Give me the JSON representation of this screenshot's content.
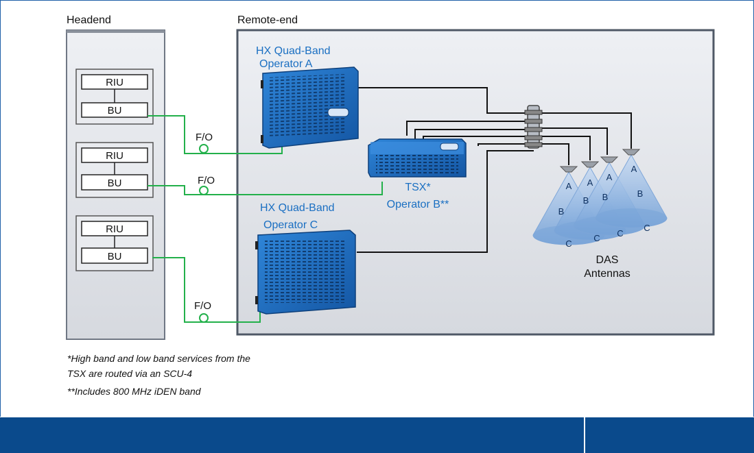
{
  "headend": {
    "title": "Headend",
    "units": [
      {
        "riu": "RIU",
        "bu": "BU"
      },
      {
        "riu": "RIU",
        "bu": "BU"
      },
      {
        "riu": "RIU",
        "bu": "BU"
      }
    ]
  },
  "remote_end": {
    "title": "Remote-end",
    "operator_a": {
      "line1": "HX Quad-Band",
      "line2": "Operator A"
    },
    "operator_c": {
      "line1": "HX Quad-Band",
      "line2": "Operator C"
    },
    "tsx": {
      "line1": "TSX*",
      "line2": "Operator B**"
    }
  },
  "fiber_labels": [
    "F/O",
    "F/O",
    "F/O"
  ],
  "antennas": {
    "title_line1": "DAS",
    "title_line2": "Antennas",
    "band_labels": {
      "a": "A",
      "b": "B",
      "c": "C"
    }
  },
  "footnotes": {
    "note1_line1": "*High band and low band services from the",
    "note1_line2": "TSX are routed via an SCU-4",
    "note2": "**Includes 800 MHz iDEN band"
  },
  "colors": {
    "accent_blue": "#1a6fc2",
    "fiber_green": "#22b04a",
    "footer": "#0a4a8c"
  }
}
